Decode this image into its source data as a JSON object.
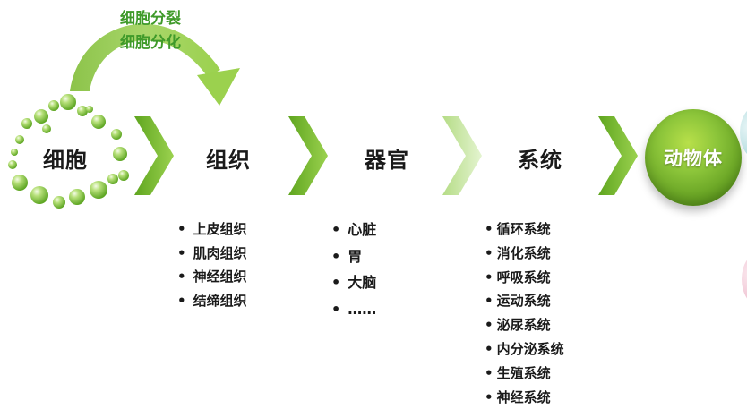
{
  "process_notes": [
    "细胞分裂",
    "细胞分化"
  ],
  "stages": {
    "cell": "细胞",
    "tissue": "组织",
    "organ": "器官",
    "system": "系统",
    "organism": "动物体"
  },
  "tissues": [
    "上皮组织",
    "肌肉组织",
    "神经组织",
    "结缔组织"
  ],
  "organs": [
    "心脏",
    "胃",
    "大脑",
    "……"
  ],
  "systems": [
    "循环系统",
    "消化系统",
    "呼吸系统",
    "运动系统",
    "泌尿系统",
    "内分泌系统",
    "生殖系统",
    "神经系统"
  ],
  "bullet": "•",
  "colors": {
    "arrow_green": "#6fb62a",
    "arrow_light": "#c9e8a6",
    "text_green": "#3f9a2a",
    "circle_green": "#7cbf2f"
  }
}
